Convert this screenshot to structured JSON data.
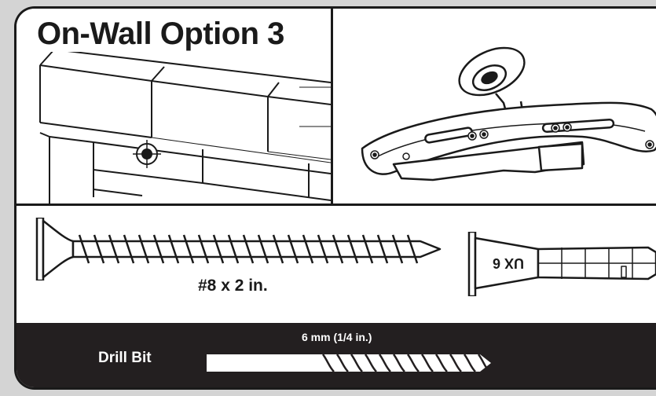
{
  "title": "On-Wall Option 3",
  "screw": {
    "label": "#8 x 2 in."
  },
  "anchor": {
    "label": "UX 6"
  },
  "drill": {
    "label": "Drill Bit",
    "size": "6 mm (1/4 in.)"
  },
  "colors": {
    "ink": "#1a1a1a",
    "panel": "#231f20",
    "background": "#d4d4d4",
    "card": "#ffffff"
  }
}
